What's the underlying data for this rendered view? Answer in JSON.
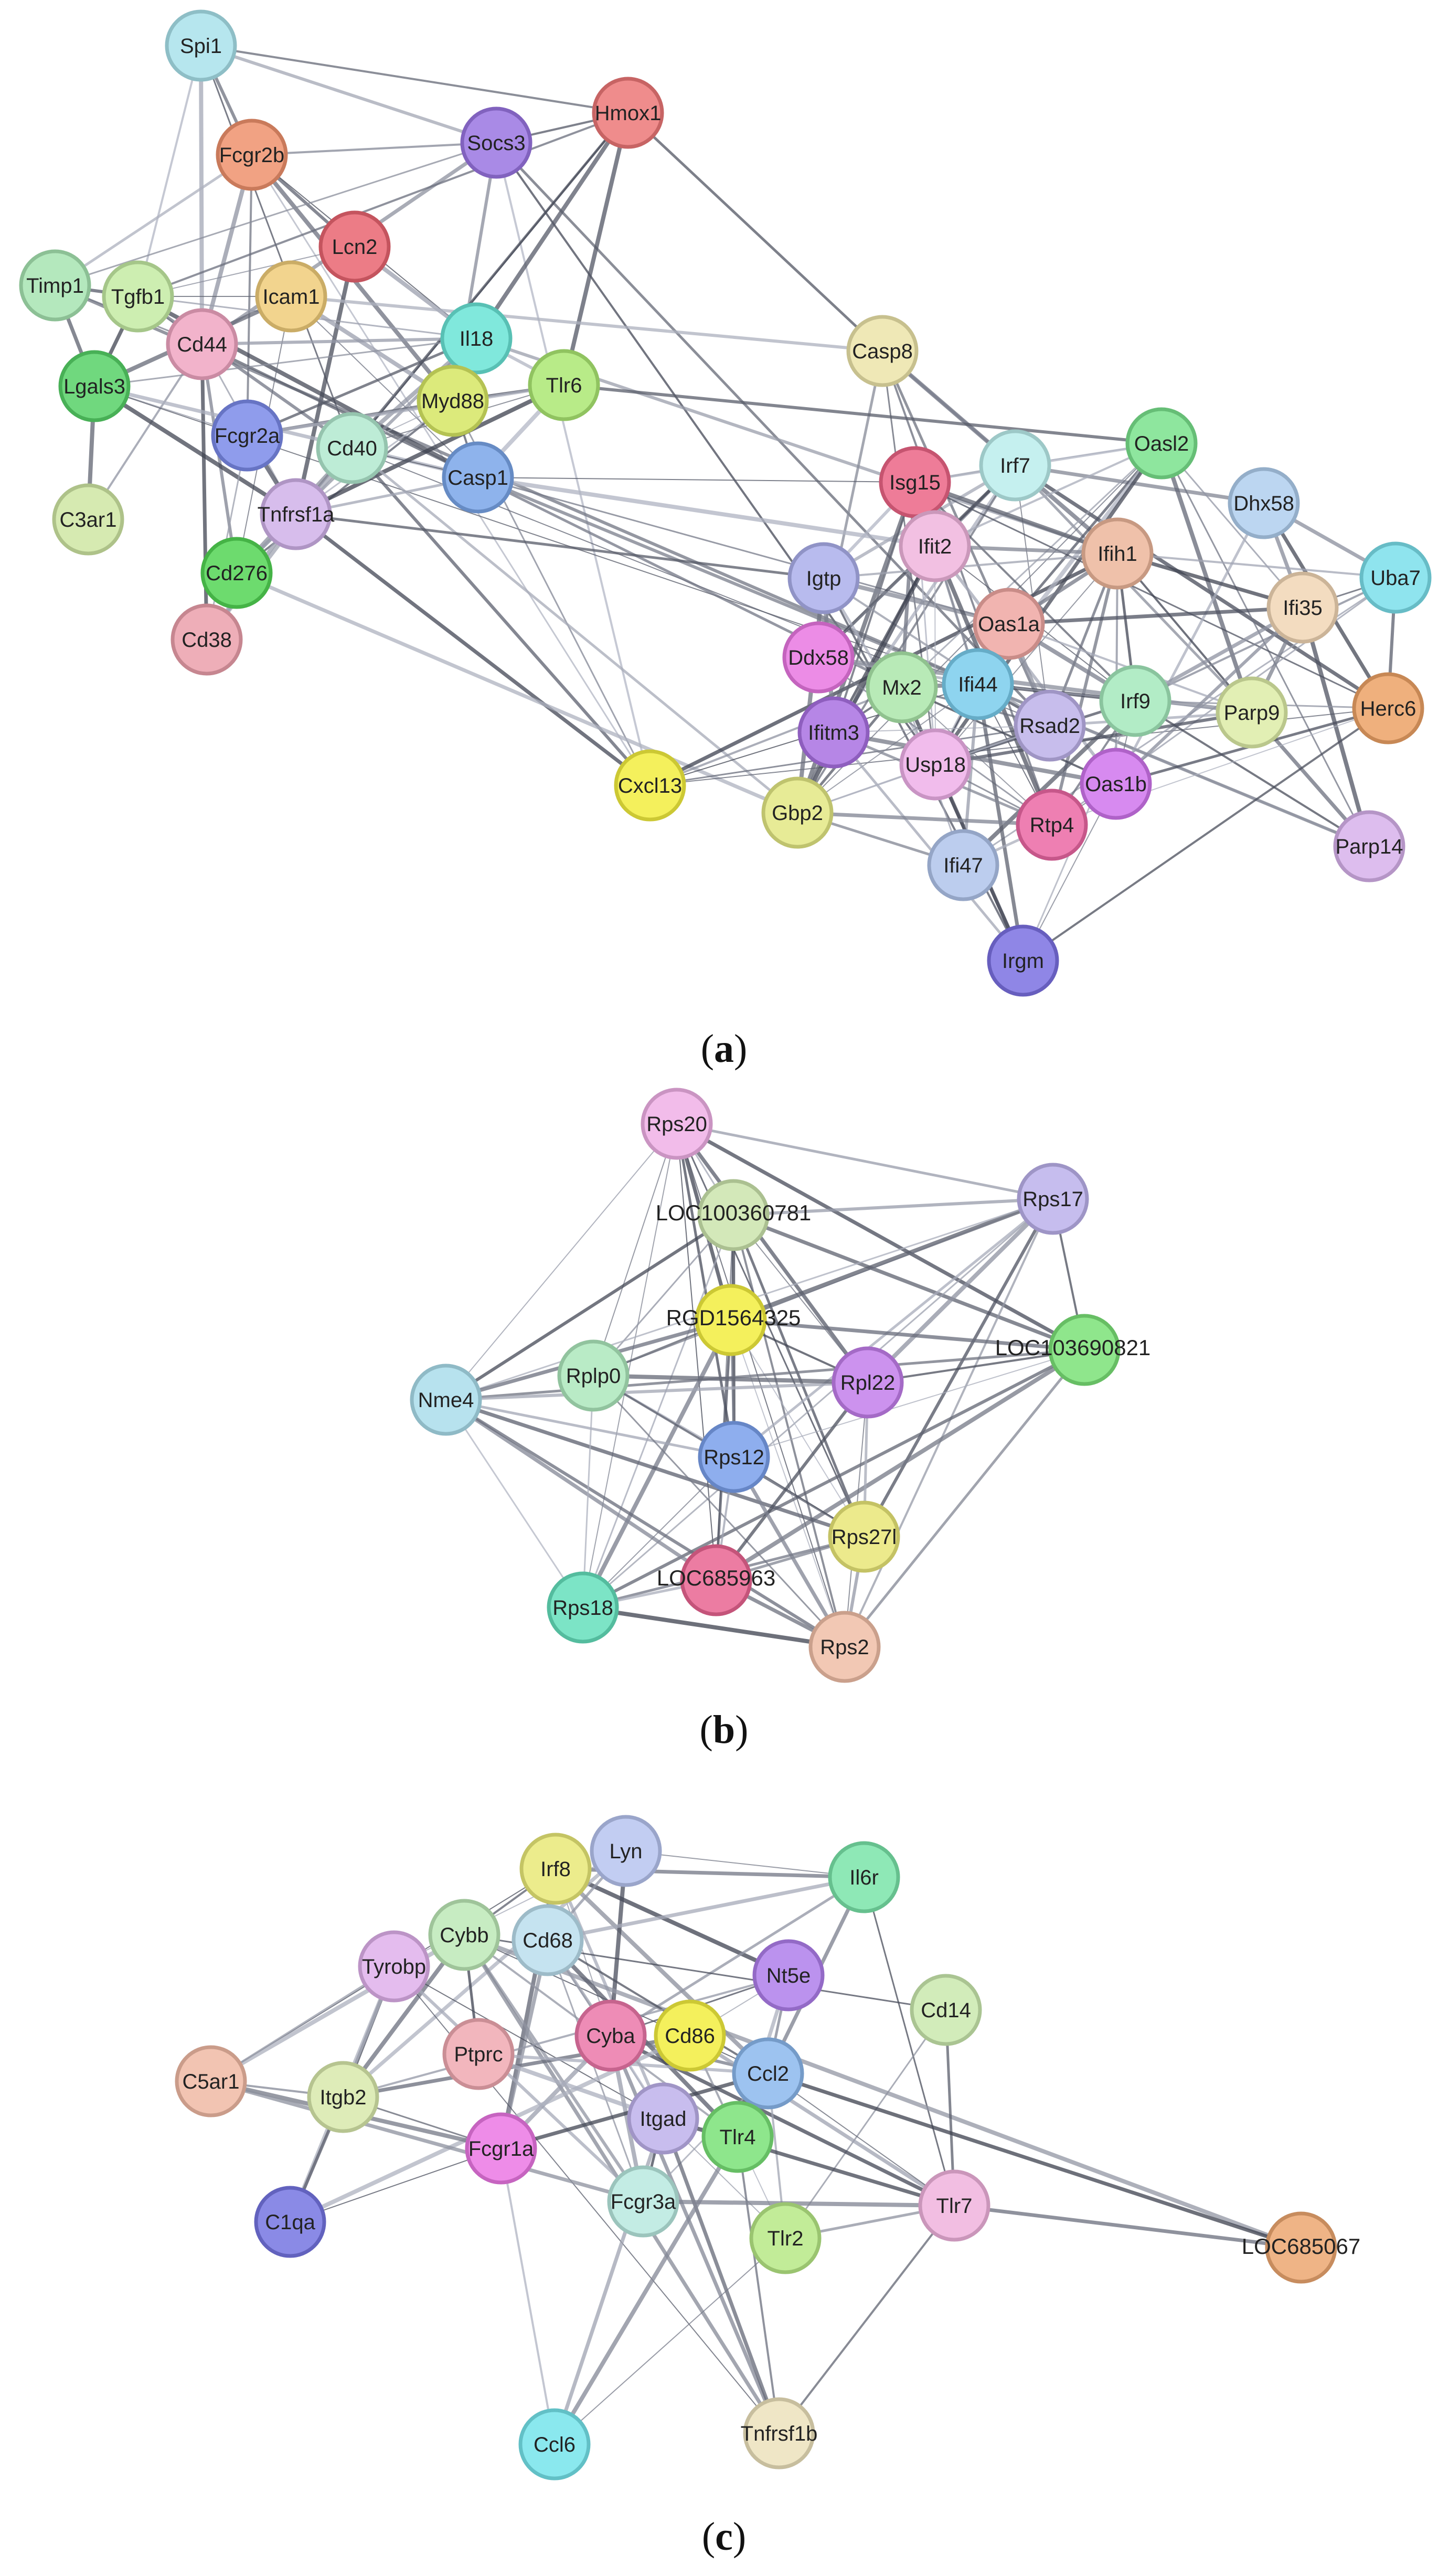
{
  "panels": [
    {
      "id": "a",
      "caption_open": "(",
      "caption_letter": "a",
      "caption_close": ")",
      "nodes": [
        {
          "name": "Spi1",
          "color": "#b6e6ee"
        },
        {
          "name": "Fcgr2b",
          "color": "#f1a283"
        },
        {
          "name": "Socs3",
          "color": "#a98ae6"
        },
        {
          "name": "Hmox1",
          "color": "#ef8c8c"
        },
        {
          "name": "Lcn2",
          "color": "#ec7c86"
        },
        {
          "name": "Timp1",
          "color": "#b4e8bd"
        },
        {
          "name": "Tgfb1",
          "color": "#cdeeb1"
        },
        {
          "name": "Icam1",
          "color": "#f2d48e"
        },
        {
          "name": "Cd44",
          "color": "#f2b3cb"
        },
        {
          "name": "Il18",
          "color": "#80e8dc"
        },
        {
          "name": "Casp8",
          "color": "#efe8b6"
        },
        {
          "name": "Lgals3",
          "color": "#70d87e"
        },
        {
          "name": "Myd88",
          "color": "#dcea7b"
        },
        {
          "name": "Tlr6",
          "color": "#b8eb88"
        },
        {
          "name": "Fcgr2a",
          "color": "#8f9cec"
        },
        {
          "name": "Cd40",
          "color": "#bdecd6"
        },
        {
          "name": "Casp1",
          "color": "#8eb3ec"
        },
        {
          "name": "C3ar1",
          "color": "#d6eab1"
        },
        {
          "name": "Tnfrsf1a",
          "color": "#d7bdec"
        },
        {
          "name": "Cd276",
          "color": "#6ddb6e"
        },
        {
          "name": "Cd38",
          "color": "#eeaeb8"
        },
        {
          "name": "Cxcl13",
          "color": "#f4f05c"
        },
        {
          "name": "Irf7",
          "color": "#c5f0ef"
        },
        {
          "name": "Oasl2",
          "color": "#8ee69e"
        },
        {
          "name": "Isg15",
          "color": "#ee7c98"
        },
        {
          "name": "Dhx58",
          "color": "#bcd6f1"
        },
        {
          "name": "Igtp",
          "color": "#b8bbee"
        },
        {
          "name": "Ifit2",
          "color": "#f2c0e2"
        },
        {
          "name": "Ifih1",
          "color": "#efc1aa"
        },
        {
          "name": "Uba7",
          "color": "#8fe4ee"
        },
        {
          "name": "Ifi35",
          "color": "#f3dcc0"
        },
        {
          "name": "Oas1a",
          "color": "#f1b4b0"
        },
        {
          "name": "Ddx58",
          "color": "#ec8ce6"
        },
        {
          "name": "Mx2",
          "color": "#b8eab7"
        },
        {
          "name": "Ifi44",
          "color": "#8ed4ef"
        },
        {
          "name": "Irf9",
          "color": "#b2ecc6"
        },
        {
          "name": "Parp9",
          "color": "#e2efb4"
        },
        {
          "name": "Herc6",
          "color": "#efb07d"
        },
        {
          "name": "Ifitm3",
          "color": "#b686e6"
        },
        {
          "name": "Rsad2",
          "color": "#c7bdec"
        },
        {
          "name": "Usp18",
          "color": "#f1bcec"
        },
        {
          "name": "Oas1b",
          "color": "#d78af0"
        },
        {
          "name": "Gbp2",
          "color": "#e7eb96"
        },
        {
          "name": "Rtp4",
          "color": "#ee7fb2"
        },
        {
          "name": "Ifi47",
          "color": "#bccdee"
        },
        {
          "name": "Parp14",
          "color": "#ddbdee"
        },
        {
          "name": "Irgm",
          "color": "#8f86e6"
        }
      ]
    },
    {
      "id": "b",
      "caption_open": "(",
      "caption_letter": "b",
      "caption_close": ")",
      "nodes": [
        {
          "name": "Rps20",
          "color": "#f2bcea"
        },
        {
          "name": "LOC100360781",
          "color": "#d3e8b9"
        },
        {
          "name": "Rps17",
          "color": "#c6bdee"
        },
        {
          "name": "RGD1564325",
          "color": "#f4f05c"
        },
        {
          "name": "LOC103690821",
          "color": "#8fe68c"
        },
        {
          "name": "Nme4",
          "color": "#b7e2ee"
        },
        {
          "name": "Rplp0",
          "color": "#b9ebc6"
        },
        {
          "name": "Rpl22",
          "color": "#cc92ee"
        },
        {
          "name": "Rps12",
          "color": "#8eaeee"
        },
        {
          "name": "Rps27l",
          "color": "#ecea8c"
        },
        {
          "name": "LOC685963",
          "color": "#ec7ca2"
        },
        {
          "name": "Rps18",
          "color": "#7ce4c6"
        },
        {
          "name": "Rps2",
          "color": "#f2c8b4"
        }
      ]
    },
    {
      "id": "c",
      "caption_open": "(",
      "caption_letter": "c",
      "caption_close": ")",
      "nodes": [
        {
          "name": "Irf8",
          "color": "#ecec8c"
        },
        {
          "name": "Lyn",
          "color": "#c2cdf2"
        },
        {
          "name": "Il6r",
          "color": "#8ee8b6"
        },
        {
          "name": "Cybb",
          "color": "#c7ecc2"
        },
        {
          "name": "Cd68",
          "color": "#c5e3f0"
        },
        {
          "name": "Tyrobp",
          "color": "#e4bcee"
        },
        {
          "name": "Nt5e",
          "color": "#bb92ee"
        },
        {
          "name": "Cd14",
          "color": "#d2ecba"
        },
        {
          "name": "Cyba",
          "color": "#ee8cb6"
        },
        {
          "name": "Cd86",
          "color": "#f4f05c"
        },
        {
          "name": "Ptprc",
          "color": "#f2b6bd"
        },
        {
          "name": "C5ar1",
          "color": "#f2c4b2"
        },
        {
          "name": "Ccl2",
          "color": "#9dc3f0"
        },
        {
          "name": "Itgb2",
          "color": "#deecb8"
        },
        {
          "name": "Itgad",
          "color": "#c8bdee"
        },
        {
          "name": "Tlr4",
          "color": "#8ee68c"
        },
        {
          "name": "Fcgr1a",
          "color": "#ee8ce8"
        },
        {
          "name": "Fcgr3a",
          "color": "#c3ece4"
        },
        {
          "name": "Tlr7",
          "color": "#f2bee2"
        },
        {
          "name": "C1qa",
          "color": "#8a8ae6"
        },
        {
          "name": "Tlr2",
          "color": "#c2ec98"
        },
        {
          "name": "LOC685067",
          "color": "#efb486"
        },
        {
          "name": "Ccl6",
          "color": "#8ae8ee"
        },
        {
          "name": "Tnfrsf1b",
          "color": "#efe6c6"
        }
      ]
    }
  ]
}
